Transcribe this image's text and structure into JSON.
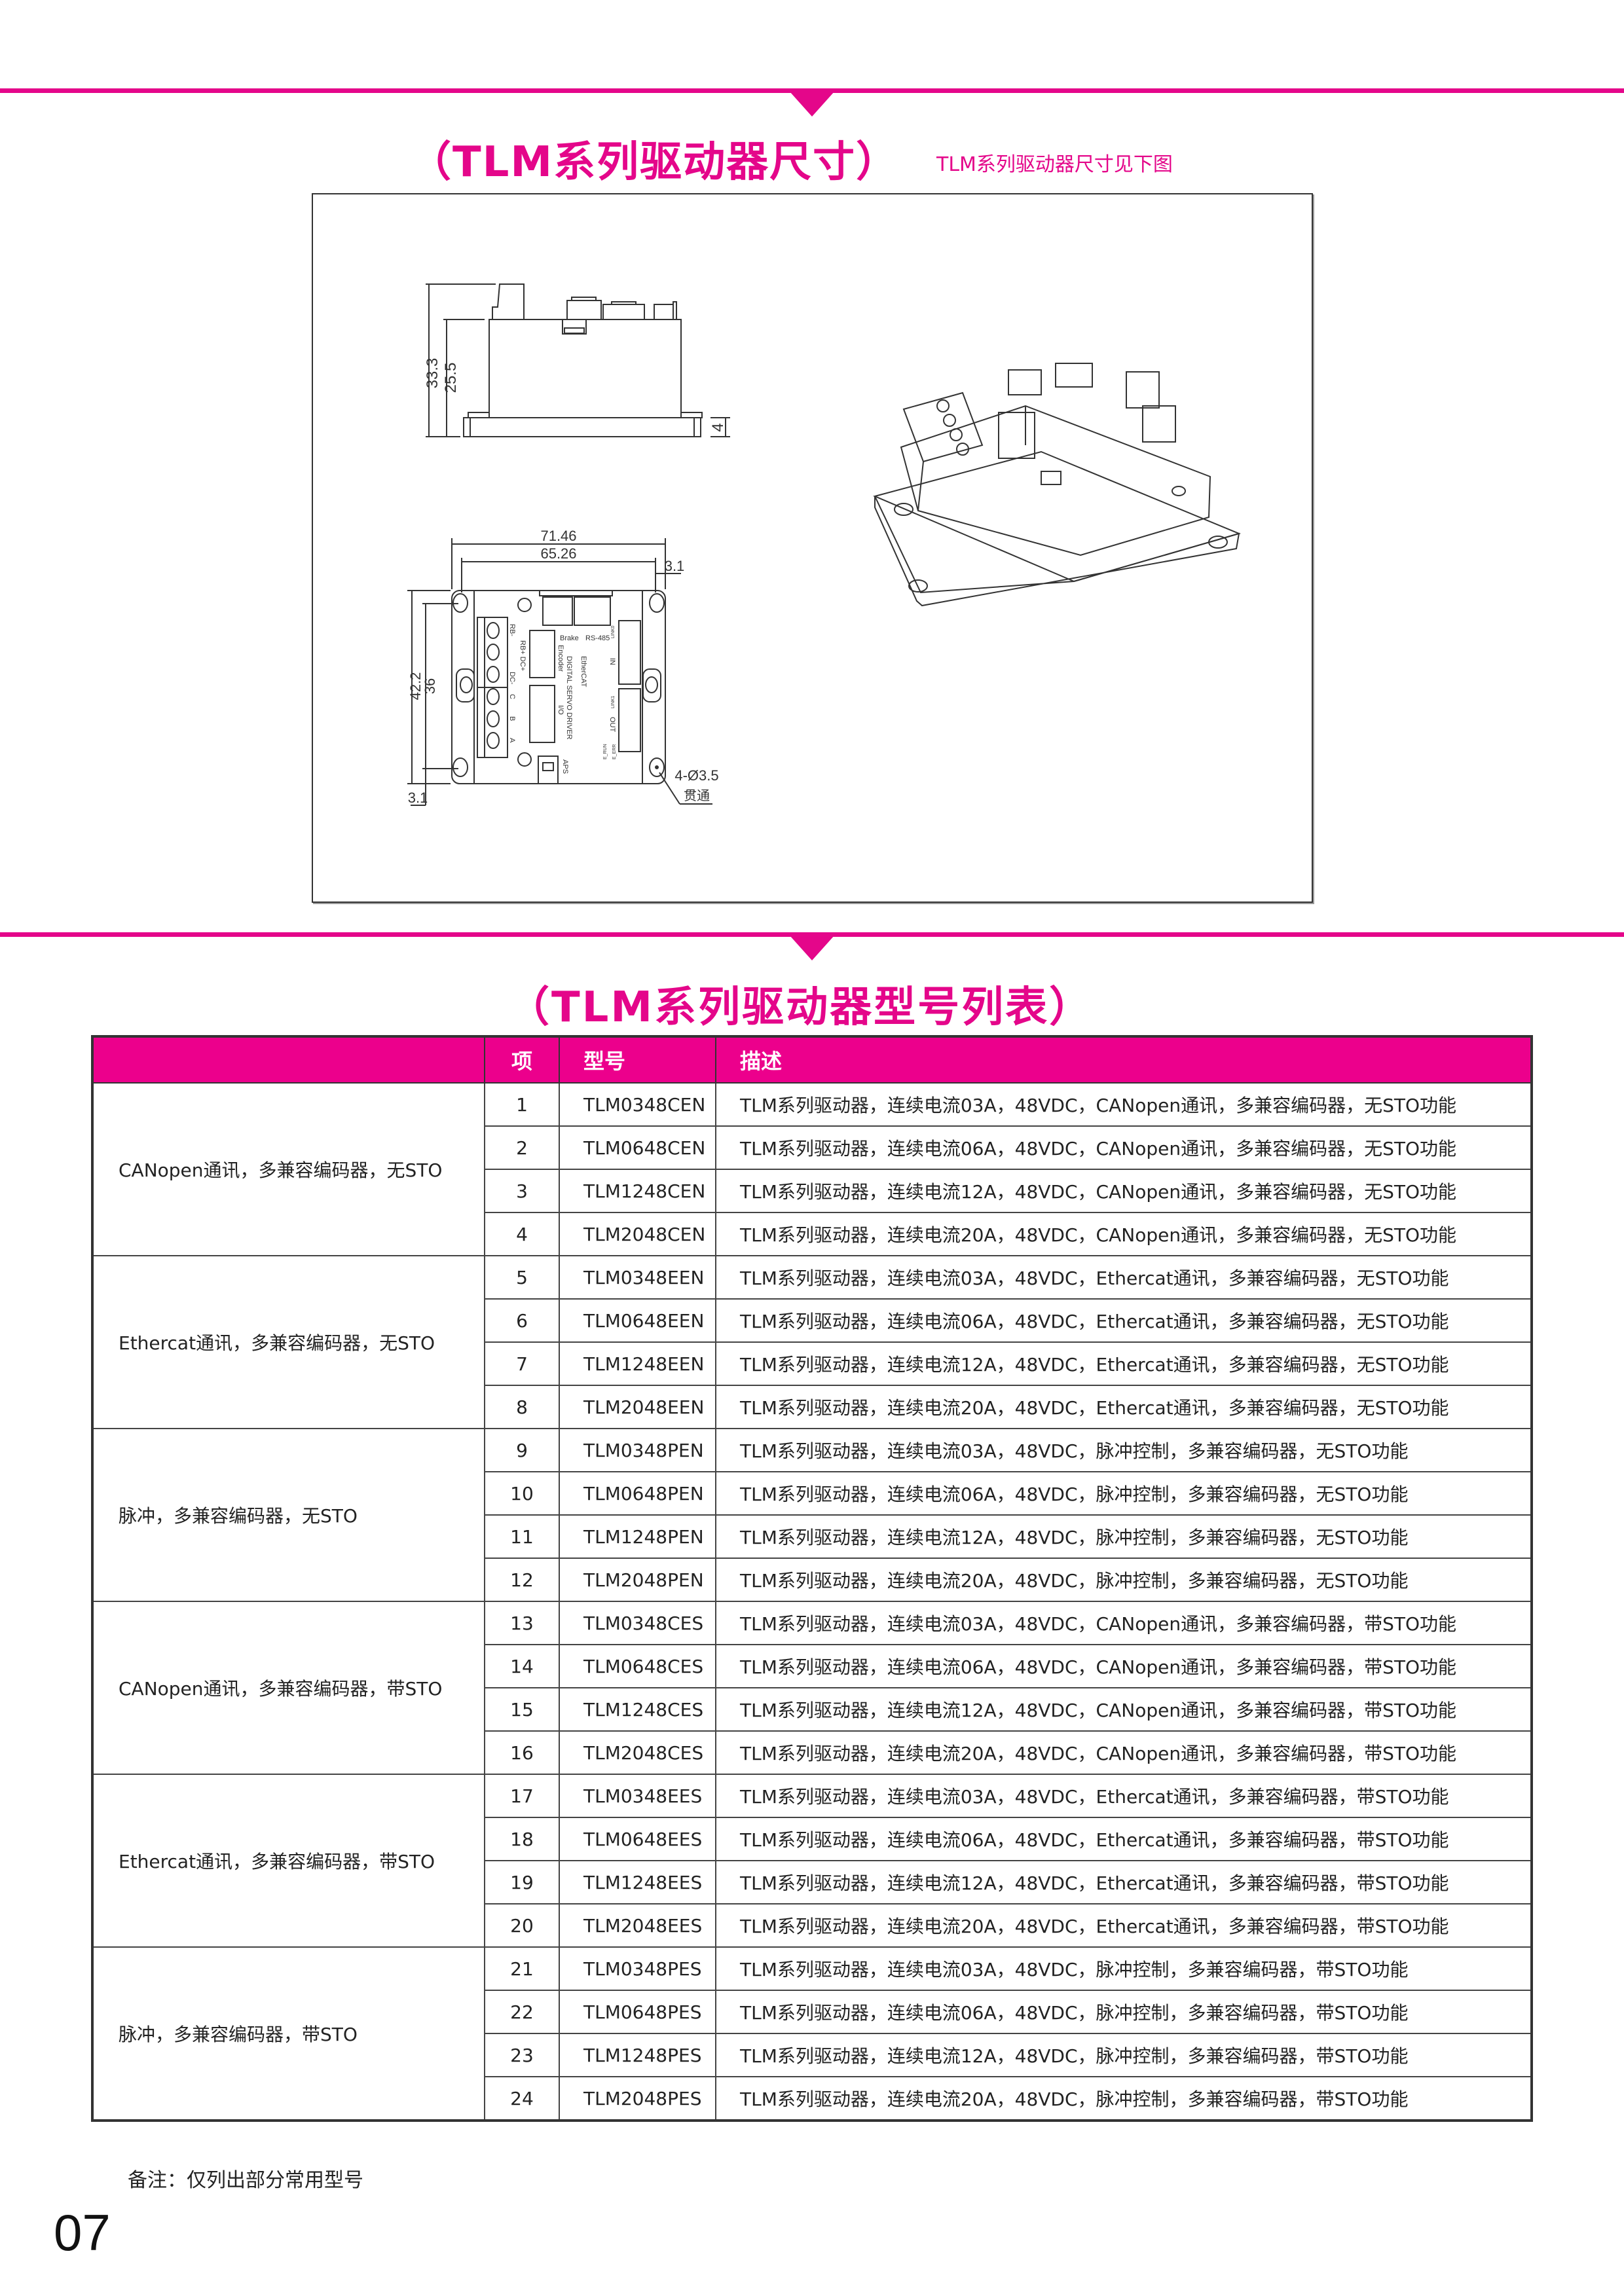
{
  "section1": {
    "title": "（TLM系列驱动器尺寸）",
    "subtitle": "TLM系列驱动器尺寸见下图"
  },
  "drawing": {
    "side_view": {
      "dim_total_height": "33.3",
      "dim_body_height": "25.5",
      "dim_base": "4"
    },
    "top_view": {
      "dim_width_outer": "71.46",
      "dim_width_holes": "65.26",
      "dim_edge_right": "3.1",
      "dim_edge_bottom": "3.1",
      "dim_height_outer": "42.2",
      "dim_height_holes": "36",
      "hole_spec": "4-Ø3.5",
      "hole_note": "贯通",
      "labels": {
        "brake": "Brake",
        "rs485": "RS-485",
        "encoder": "Encoder",
        "io": "I/O",
        "ethercat": "EtherCAT",
        "product": "DIGITAL SERVO DRIVER",
        "in": "IN",
        "out": "OUT",
        "link0": "LINK0",
        "link1": "LINK1",
        "erun": "E_RUN",
        "eerr": "E_ERR",
        "aps": "APS",
        "terminals": [
          "RB-",
          "RB+ DC+",
          "DC-",
          "C",
          "B",
          "A"
        ]
      }
    }
  },
  "section2": {
    "title": "（TLM系列驱动器型号列表）"
  },
  "table": {
    "headers": {
      "group": "",
      "num": "项",
      "model": "型号",
      "desc": "描述"
    },
    "groups": [
      {
        "label": "CANopen通讯，多兼容编码器，无STO",
        "rows": [
          {
            "num": "1",
            "model": "TLM0348CEN",
            "desc": "TLM系列驱动器，连续电流03A，48VDC，CANopen通讯，多兼容编码器，无STO功能"
          },
          {
            "num": "2",
            "model": "TLM0648CEN",
            "desc": "TLM系列驱动器，连续电流06A，48VDC，CANopen通讯，多兼容编码器，无STO功能"
          },
          {
            "num": "3",
            "model": "TLM1248CEN",
            "desc": "TLM系列驱动器，连续电流12A，48VDC，CANopen通讯，多兼容编码器，无STO功能"
          },
          {
            "num": "4",
            "model": "TLM2048CEN",
            "desc": "TLM系列驱动器，连续电流20A，48VDC，CANopen通讯，多兼容编码器，无STO功能"
          }
        ]
      },
      {
        "label": "Ethercat通讯，多兼容编码器，无STO",
        "rows": [
          {
            "num": "5",
            "model": "TLM0348EEN",
            "desc": "TLM系列驱动器，连续电流03A，48VDC，Ethercat通讯，多兼容编码器，无STO功能"
          },
          {
            "num": "6",
            "model": "TLM0648EEN",
            "desc": "TLM系列驱动器，连续电流06A，48VDC，Ethercat通讯，多兼容编码器，无STO功能"
          },
          {
            "num": "7",
            "model": "TLM1248EEN",
            "desc": "TLM系列驱动器，连续电流12A，48VDC，Ethercat通讯，多兼容编码器，无STO功能"
          },
          {
            "num": "8",
            "model": "TLM2048EEN",
            "desc": "TLM系列驱动器，连续电流20A，48VDC，Ethercat通讯，多兼容编码器，无STO功能"
          }
        ]
      },
      {
        "label": "脉冲，多兼容编码器，无STO",
        "rows": [
          {
            "num": "9",
            "model": "TLM0348PEN",
            "desc": "TLM系列驱动器，连续电流03A，48VDC，脉冲控制，多兼容编码器，无STO功能"
          },
          {
            "num": "10",
            "model": "TLM0648PEN",
            "desc": "TLM系列驱动器，连续电流06A，48VDC，脉冲控制，多兼容编码器，无STO功能"
          },
          {
            "num": "11",
            "model": "TLM1248PEN",
            "desc": "TLM系列驱动器，连续电流12A，48VDC，脉冲控制，多兼容编码器，无STO功能"
          },
          {
            "num": "12",
            "model": "TLM2048PEN",
            "desc": "TLM系列驱动器，连续电流20A，48VDC，脉冲控制，多兼容编码器，无STO功能"
          }
        ]
      },
      {
        "label": "CANopen通讯，多兼容编码器，带STO",
        "rows": [
          {
            "num": "13",
            "model": "TLM0348CES",
            "desc": "TLM系列驱动器，连续电流03A，48VDC，CANopen通讯，多兼容编码器，带STO功能"
          },
          {
            "num": "14",
            "model": "TLM0648CES",
            "desc": "TLM系列驱动器，连续电流06A，48VDC，CANopen通讯，多兼容编码器，带STO功能"
          },
          {
            "num": "15",
            "model": "TLM1248CES",
            "desc": "TLM系列驱动器，连续电流12A，48VDC，CANopen通讯，多兼容编码器，带STO功能"
          },
          {
            "num": "16",
            "model": "TLM2048CES",
            "desc": "TLM系列驱动器，连续电流20A，48VDC，CANopen通讯，多兼容编码器，带STO功能"
          }
        ]
      },
      {
        "label": "Ethercat通讯，多兼容编码器，带STO",
        "rows": [
          {
            "num": "17",
            "model": "TLM0348EES",
            "desc": "TLM系列驱动器，连续电流03A，48VDC，Ethercat通讯，多兼容编码器，带STO功能"
          },
          {
            "num": "18",
            "model": "TLM0648EES",
            "desc": "TLM系列驱动器，连续电流06A，48VDC，Ethercat通讯，多兼容编码器，带STO功能"
          },
          {
            "num": "19",
            "model": "TLM1248EES",
            "desc": "TLM系列驱动器，连续电流12A，48VDC，Ethercat通讯，多兼容编码器，带STO功能"
          },
          {
            "num": "20",
            "model": "TLM2048EES",
            "desc": "TLM系列驱动器，连续电流20A，48VDC，Ethercat通讯，多兼容编码器，带STO功能"
          }
        ]
      },
      {
        "label": "脉冲，多兼容编码器，带STO",
        "rows": [
          {
            "num": "21",
            "model": "TLM0348PES",
            "desc": "TLM系列驱动器，连续电流03A，48VDC，脉冲控制，多兼容编码器，带STO功能"
          },
          {
            "num": "22",
            "model": "TLM0648PES",
            "desc": "TLM系列驱动器，连续电流06A，48VDC，脉冲控制，多兼容编码器，带STO功能"
          },
          {
            "num": "23",
            "model": "TLM1248PES",
            "desc": "TLM系列驱动器，连续电流12A，48VDC，脉冲控制，多兼容编码器，带STO功能"
          },
          {
            "num": "24",
            "model": "TLM2048PES",
            "desc": "TLM系列驱动器，连续电流20A，48VDC，脉冲控制，多兼容编码器，带STO功能"
          }
        ]
      }
    ]
  },
  "note": "备注：仅列出部分常用型号",
  "page_number": "07",
  "colors": {
    "accent": "#e4068a",
    "header_bg": "#ec008c"
  }
}
